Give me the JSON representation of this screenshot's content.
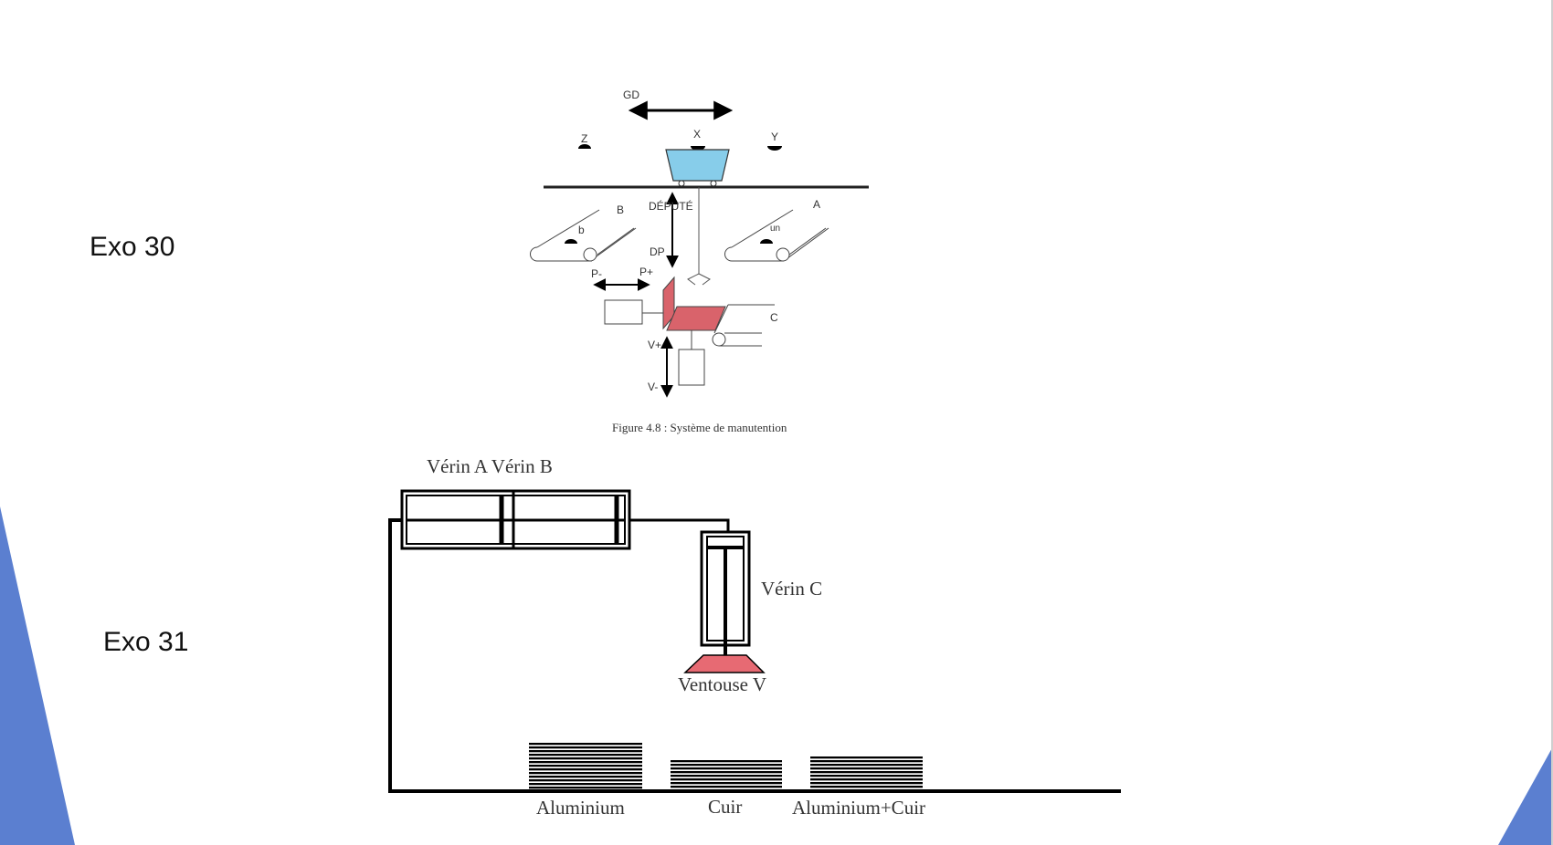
{
  "slide": {
    "exo30_label": "Exo 30",
    "exo31_label": "Exo 31"
  },
  "figure_48": {
    "gd": "GD",
    "z": "Z",
    "x": "X",
    "y": "Y",
    "b": "B",
    "depute": "DÉPUTÉ",
    "a": "A",
    "b_small": "b",
    "un": "un",
    "dp": "DP",
    "p_minus": "P-",
    "p_plus": "P+",
    "c": "C",
    "v_plus": "V+",
    "v_minus": "V-",
    "caption": "Figure 4.8 : Système de manutention"
  },
  "exo31_diagram": {
    "verin_ab": "Vérin A Vérin B",
    "verin_c": "Vérin C",
    "ventouse": "Ventouse V",
    "aluminium": "Aluminium",
    "cuir": "Cuir",
    "aluminium_cuir": "Aluminium+Cuir"
  },
  "colors": {
    "accent_blue": "#5b7fd0",
    "cart_fill": "#87cdea",
    "red_part": "#d9636b"
  }
}
